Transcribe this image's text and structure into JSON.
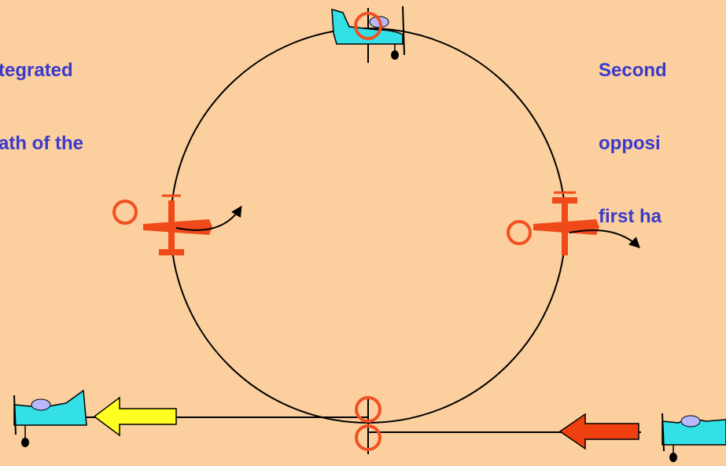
{
  "captions": {
    "left": [
      "tegrated",
      "ath of the"
    ],
    "right": [
      "Second",
      "opposi",
      "first ha"
    ]
  },
  "colors": {
    "background": "#fbcf9e",
    "caption_text": "#3a3acc",
    "marker_ring": "#f25022",
    "spin_plane": "#f04a1a",
    "plane_body": "#33e0e6",
    "entry_arrow": "#f04010",
    "exit_arrow": "#ffff22",
    "path": "#000000"
  },
  "icons": {
    "plane_side": "airplane-side-icon",
    "plane_top": "airplane-top-icon",
    "entry_arrow": "arrow-left-icon",
    "exit_arrow": "arrow-left-icon",
    "rotation_arrow": "curved-arrow-icon"
  }
}
